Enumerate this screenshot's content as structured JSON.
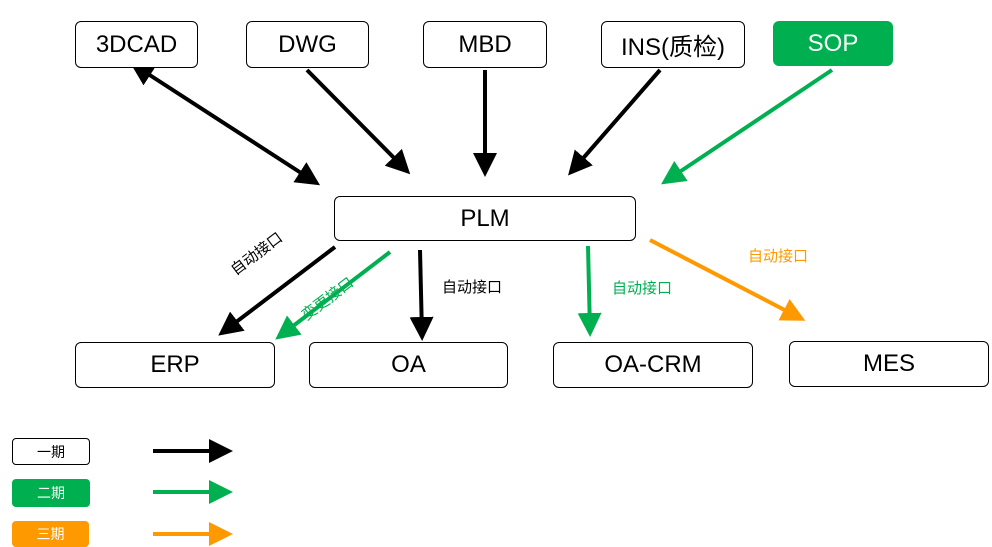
{
  "colors": {
    "phase1": "#000000",
    "phase2": "#00b050",
    "phase3": "#ff9900"
  },
  "nodes": {
    "cad3d": "3DCAD",
    "dwg": "DWG",
    "mbd": "MBD",
    "ins": "INS(质检)",
    "sop": "SOP",
    "plm": "PLM",
    "erp": "ERP",
    "oa": "OA",
    "oacrm": "OA-CRM",
    "mes": "MES"
  },
  "edge_labels": {
    "erp_auto": "自动接口",
    "erp_change": "变更接口",
    "oa_auto": "自动接口",
    "oacrm_auto": "自动接口",
    "mes_auto": "自动接口"
  },
  "legend": [
    {
      "label": "一期",
      "color": "#000000"
    },
    {
      "label": "二期",
      "color": "#00b050"
    },
    {
      "label": "三期",
      "color": "#ff9900"
    }
  ]
}
